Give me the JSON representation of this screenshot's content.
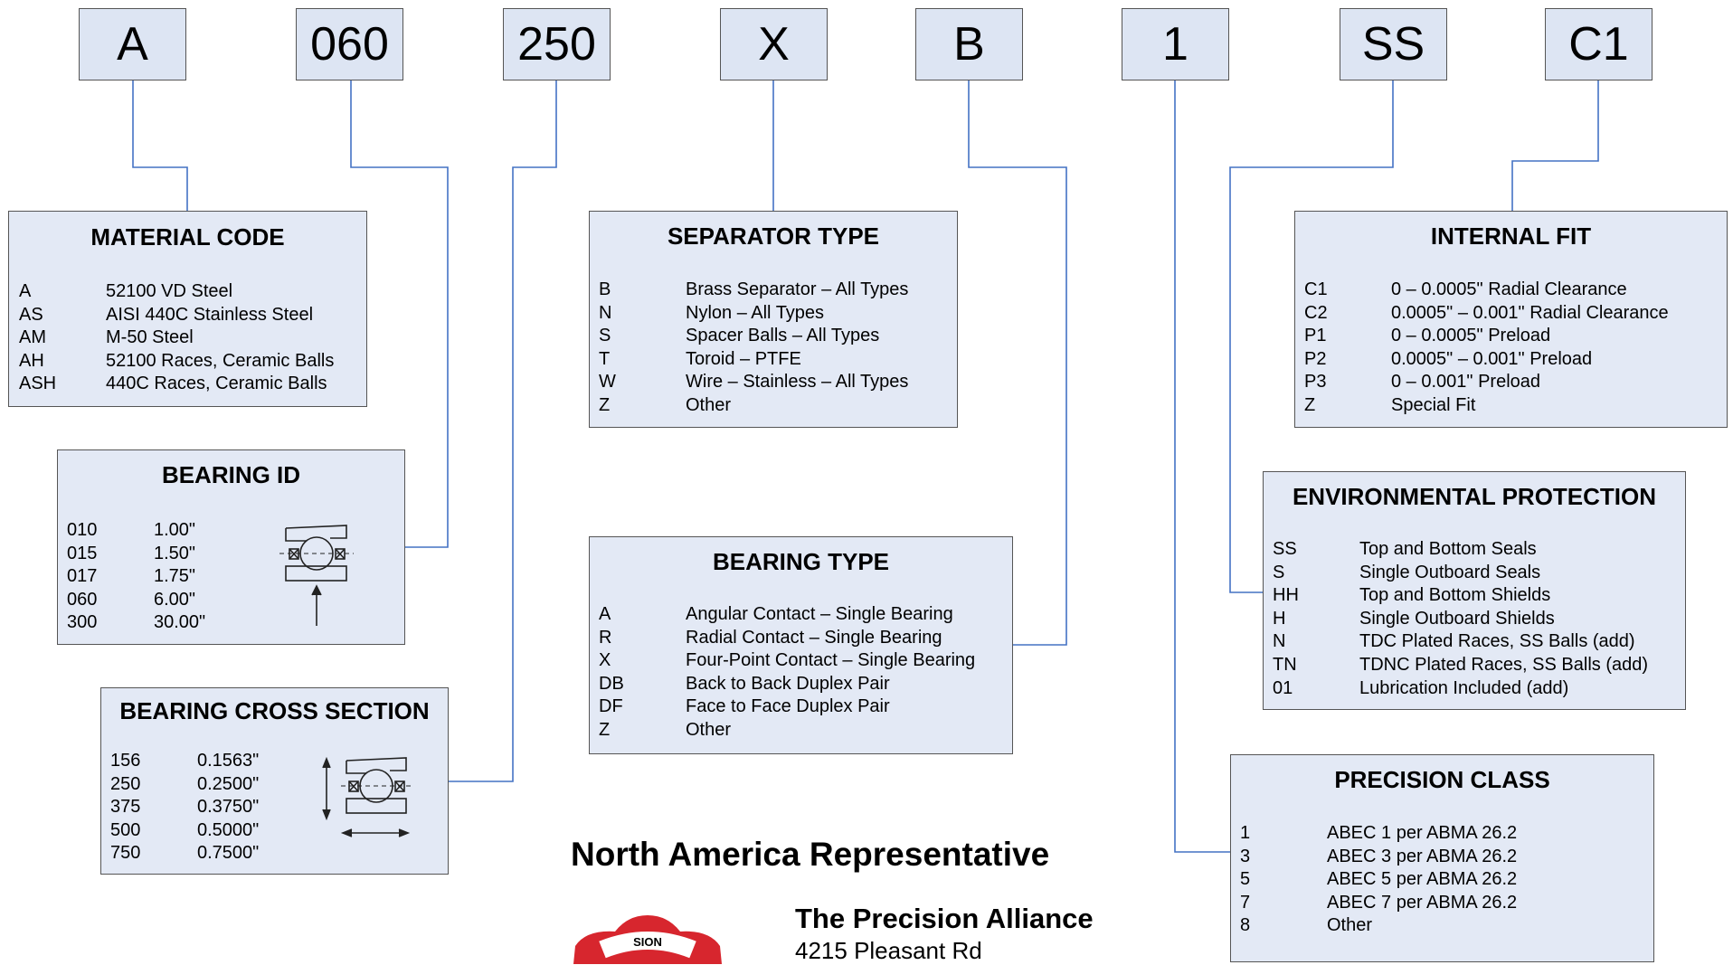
{
  "codes": [
    "A",
    "060",
    "250",
    "X",
    "B",
    "1",
    "SS",
    "C1"
  ],
  "material": {
    "title": "MATERIAL CODE",
    "rows": [
      {
        "code": "A",
        "desc": "52100 VD Steel"
      },
      {
        "code": "AS",
        "desc": "AISI 440C Stainless Steel"
      },
      {
        "code": "AM",
        "desc": "M-50 Steel"
      },
      {
        "code": "AH",
        "desc": "52100 Races, Ceramic Balls"
      },
      {
        "code": "ASH",
        "desc": "440C Races, Ceramic Balls"
      }
    ]
  },
  "bearing_id": {
    "title": "BEARING ID",
    "rows": [
      {
        "code": "010",
        "desc": "1.00\""
      },
      {
        "code": "015",
        "desc": "1.50\""
      },
      {
        "code": "017",
        "desc": "1.75\""
      },
      {
        "code": "060",
        "desc": "6.00\""
      },
      {
        "code": "300",
        "desc": "30.00\""
      }
    ]
  },
  "cross_section": {
    "title": "BEARING CROSS SECTION",
    "rows": [
      {
        "code": "156",
        "desc": "0.1563\""
      },
      {
        "code": "250",
        "desc": "0.2500\""
      },
      {
        "code": "375",
        "desc": "0.3750\""
      },
      {
        "code": "500",
        "desc": "0.5000\""
      },
      {
        "code": "750",
        "desc": "0.7500\""
      }
    ]
  },
  "separator": {
    "title": "SEPARATOR TYPE",
    "rows": [
      {
        "code": "B",
        "desc": "Brass Separator – All Types"
      },
      {
        "code": "N",
        "desc": "Nylon – All Types"
      },
      {
        "code": "S",
        "desc": "Spacer Balls – All Types"
      },
      {
        "code": "T",
        "desc": "Toroid – PTFE"
      },
      {
        "code": "W",
        "desc": "Wire – Stainless – All Types"
      },
      {
        "code": "Z",
        "desc": "Other"
      }
    ]
  },
  "bearing_type": {
    "title": "BEARING TYPE",
    "rows": [
      {
        "code": "A",
        "desc": "Angular Contact – Single Bearing"
      },
      {
        "code": "R",
        "desc": "Radial Contact – Single Bearing"
      },
      {
        "code": "X",
        "desc": "Four-Point Contact – Single Bearing"
      },
      {
        "code": "DB",
        "desc": "Back to Back Duplex Pair"
      },
      {
        "code": "DF",
        "desc": "Face to Face Duplex Pair"
      },
      {
        "code": "Z",
        "desc": "Other"
      }
    ]
  },
  "internal_fit": {
    "title": "INTERNAL FIT",
    "rows": [
      {
        "code": "C1",
        "desc": "0 – 0.0005\"  Radial Clearance"
      },
      {
        "code": "C2",
        "desc": "0.0005\" – 0.001\"  Radial Clearance"
      },
      {
        "code": "P1",
        "desc": "0 – 0.0005\"  Preload"
      },
      {
        "code": "P2",
        "desc": "0.0005\" – 0.001\"  Preload"
      },
      {
        "code": "P3",
        "desc": "0 – 0.001\"  Preload"
      },
      {
        "code": "Z",
        "desc": "Special Fit"
      }
    ]
  },
  "environmental": {
    "title": "ENVIRONMENTAL PROTECTION",
    "rows": [
      {
        "code": "SS",
        "desc": "Top and Bottom Seals"
      },
      {
        "code": "S",
        "desc": "Single Outboard Seals"
      },
      {
        "code": "HH",
        "desc": "Top and Bottom Shields"
      },
      {
        "code": "H",
        "desc": "Single Outboard Shields"
      },
      {
        "code": "N",
        "desc": "TDC Plated Races, SS Balls (add)"
      },
      {
        "code": "TN",
        "desc": "TDNC Plated Races, SS Balls (add)"
      },
      {
        "code": "01",
        "desc": "Lubrication Included (add)"
      }
    ]
  },
  "precision": {
    "title": "PRECISION CLASS",
    "rows": [
      {
        "code": "1",
        "desc": "ABEC 1 per ABMA 26.2"
      },
      {
        "code": "3",
        "desc": "ABEC 3 per ABMA 26.2"
      },
      {
        "code": "5",
        "desc": "ABEC 5 per ABMA 26.2"
      },
      {
        "code": "7",
        "desc": "ABEC 7 per ABMA 26.2"
      },
      {
        "code": "8",
        "desc": "Other"
      }
    ]
  },
  "representative": {
    "heading": "North America Representative",
    "company": "The Precision Alliance",
    "address_partial": "4215 Pleasant Rd",
    "logo_text": "SION"
  },
  "colors": {
    "connector": "#4472c4",
    "panel_bg": "#e3e9f5",
    "code_bg": "#dde5f3",
    "logo_red": "#d7262e"
  }
}
